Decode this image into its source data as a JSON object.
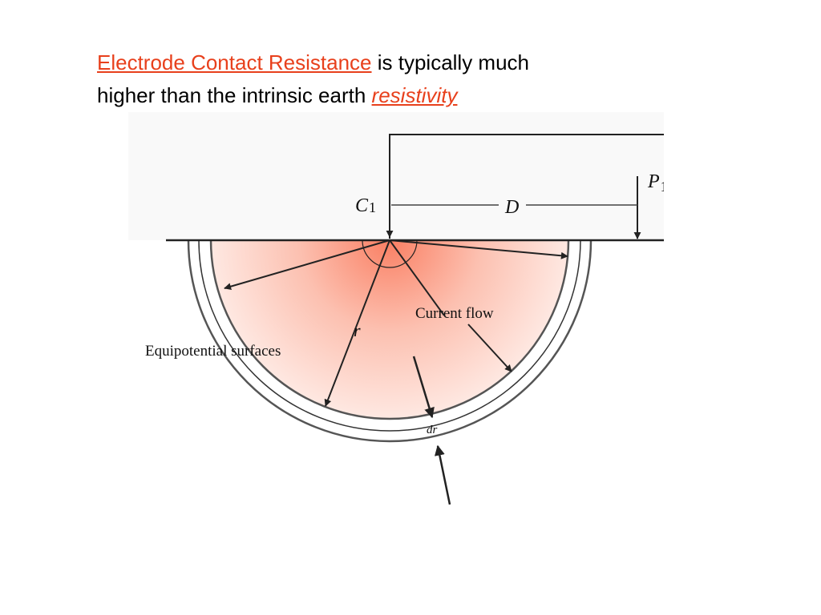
{
  "heading": {
    "link_text": "Electrode Contact Resistance",
    "middle_text": " is typically much",
    "line2_text": "higher than the intrinsic earth ",
    "link2_text": "resistivity"
  },
  "figure": {
    "label_c": "C",
    "label_c_sub": "1",
    "label_p": "P",
    "label_p_sub": "1",
    "label_d": "D",
    "label_r": "r",
    "label_dr": "dr",
    "label_current_flow": "Current flow",
    "label_equipotential": "Equipotential surfaces"
  },
  "colors": {
    "link": "#e8401c",
    "glow_center": "#fa7f63",
    "glow_edge": "#fff2ee",
    "panel_bg": "#f9f9f9",
    "line": "#222222"
  }
}
